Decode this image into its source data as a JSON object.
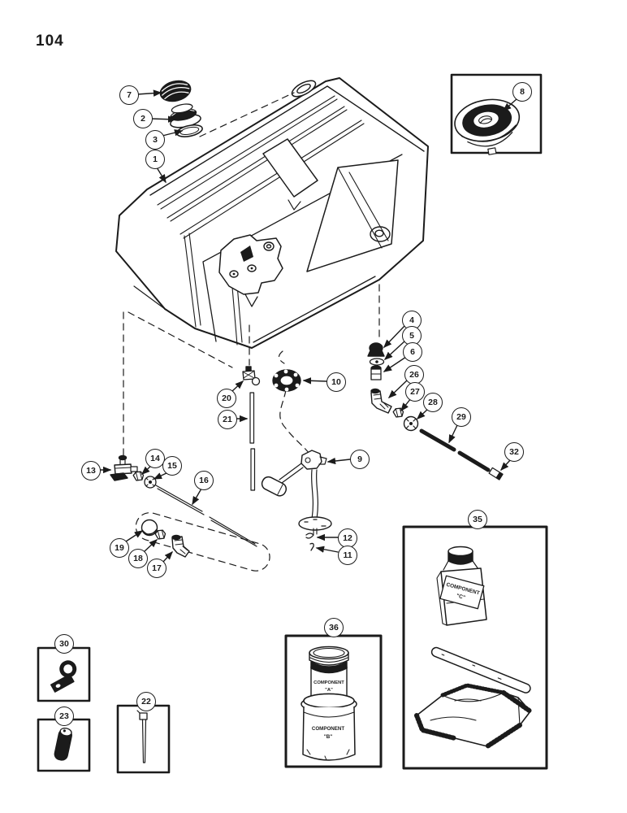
{
  "page": {
    "number": "104"
  },
  "colors": {
    "paper": "#ffffff",
    "ink": "#1b1b1b"
  },
  "callouts": {
    "c1": "1",
    "c2": "2",
    "c3": "3",
    "c4": "4",
    "c5": "5",
    "c6": "6",
    "c7": "7",
    "c8": "8",
    "c9": "9",
    "c10": "10",
    "c11": "11",
    "c12": "12",
    "c13": "13",
    "c14": "14",
    "c15": "15",
    "c16": "16",
    "c17": "17",
    "c18": "18",
    "c19": "19",
    "c20": "20",
    "c21": "21",
    "c22": "22",
    "c23": "23",
    "c26": "26",
    "c27": "27",
    "c28": "28",
    "c29": "29",
    "c30": "30",
    "c32": "32",
    "c35": "35",
    "c36": "36"
  },
  "labels": {
    "component": "COMPONENT",
    "variant_a": "\"A\"",
    "variant_b": "\"B\"",
    "variant_c": "\"C\""
  }
}
